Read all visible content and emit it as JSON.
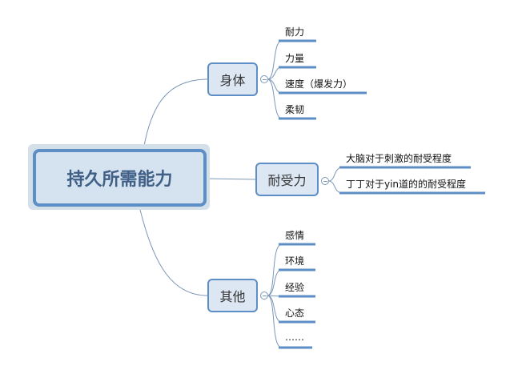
{
  "root": {
    "label": "持久所需能力"
  },
  "branches": [
    {
      "label": "身体",
      "children": [
        "耐力",
        "力量",
        "速度（爆发力）",
        "柔韧"
      ]
    },
    {
      "label": "耐受力",
      "children": [
        "大脑对于刺激的耐受程度",
        "丁丁对于yin道的的耐受程度"
      ]
    },
    {
      "label": "其他",
      "children": [
        "感情",
        "环境",
        "经验",
        "心态",
        "……"
      ]
    }
  ],
  "colors": {
    "accent": "#5d8ec6",
    "node_fill": "#dce7f3",
    "connector": "#7b97b8"
  }
}
